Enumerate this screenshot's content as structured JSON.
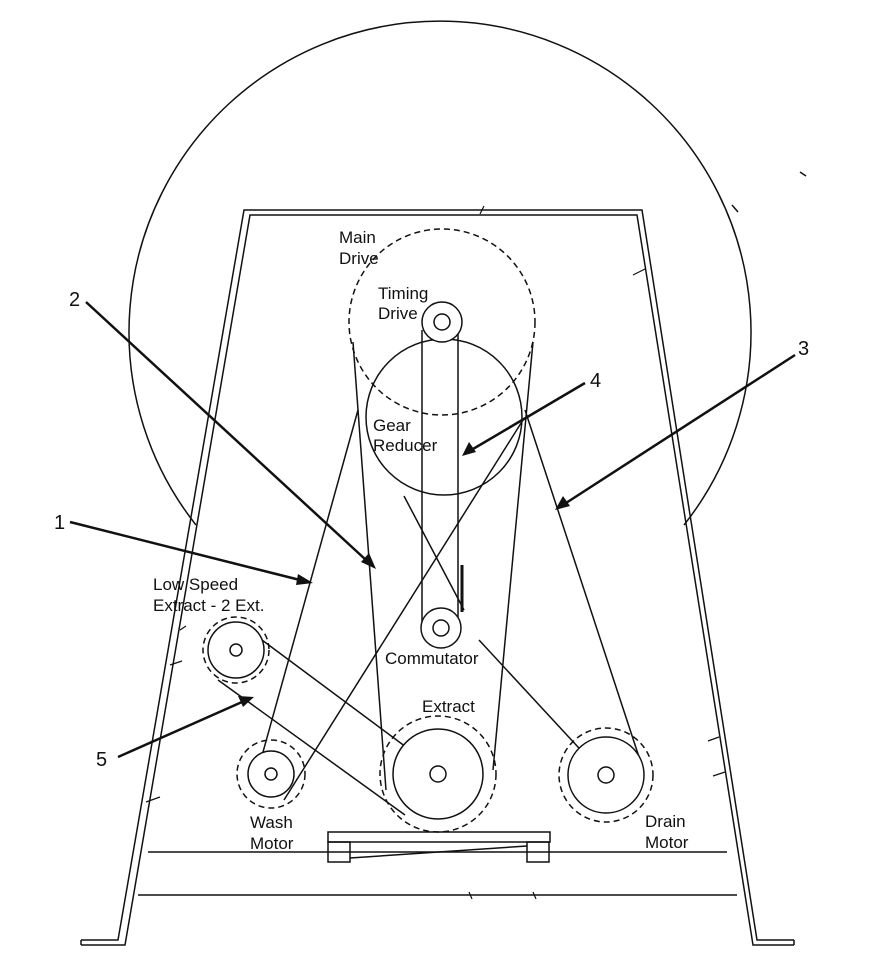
{
  "components": {
    "main_drive": [
      "Main",
      "Drive"
    ],
    "timing_drive": [
      "Timing",
      "Drive"
    ],
    "gear_reducer": [
      "Gear",
      "Reducer"
    ],
    "commutator": "Commutator",
    "low_speed_extract": [
      "Low Speed",
      "Extract - 2 Ext."
    ],
    "extract": "Extract",
    "wash_motor": [
      "Wash",
      "Motor"
    ],
    "drain_motor": [
      "Drain",
      "Motor"
    ]
  },
  "callouts": [
    "1",
    "2",
    "3",
    "4",
    "5"
  ]
}
